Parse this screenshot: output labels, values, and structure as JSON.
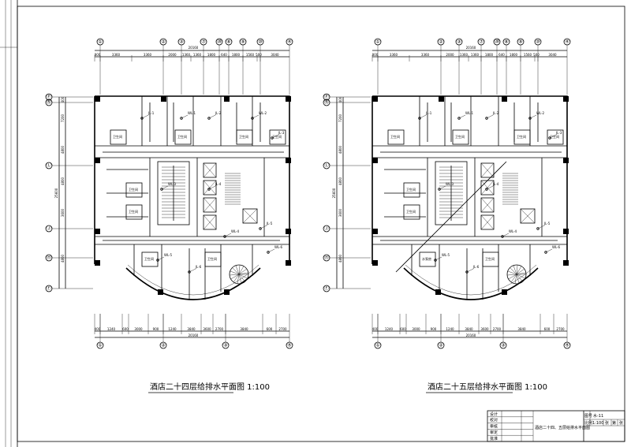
{
  "drawing": {
    "plans": [
      {
        "title": "酒店二十四层给排水平面图 1:100",
        "top_axes": [
          "①",
          "②",
          "③",
          "⑦",
          "⑳",
          "⑧",
          "⑨",
          "⑩",
          "④"
        ],
        "top_dims": [
          "800",
          "3360",
          "3360",
          "2000",
          "1360",
          "1360",
          "1800",
          "640",
          "1800",
          "1560",
          "500",
          "3040"
        ],
        "top_total": "20160",
        "bottom_axes": [
          "①",
          "②",
          "③",
          "④"
        ],
        "bottom_dims": [
          "400",
          "1240",
          "600",
          "3000",
          "900",
          "1240",
          "3840",
          "3600",
          "2700",
          "3840",
          "600",
          "2700"
        ],
        "bottom_total": "20160",
        "left_axes": [
          "Ⓟ",
          "Ⓝ",
          "Ⓛ",
          "Ⓙ",
          "Ⓗ",
          "Ⓕ"
        ],
        "left_dims": [
          "400",
          "7200",
          "4800",
          "4800",
          "3600",
          "4800"
        ],
        "left_total": "25600",
        "room_labels": [
          "卫生间",
          "卫生间",
          "卫生间",
          "卫生间",
          "卫生间",
          "卫生间",
          "卫生间",
          "卫生间"
        ],
        "pipe_tags": [
          "JL-1",
          "WL-1",
          "JL-2",
          "WL-2",
          "JL-3",
          "WL-3",
          "JL-4",
          "WL-4",
          "JL-5",
          "WL-5",
          "JL-6",
          "WL-6"
        ]
      },
      {
        "title": "酒店二十五层给排水平面图 1:100",
        "top_axes": [
          "①",
          "②",
          "③",
          "⑦",
          "⑳",
          "⑧",
          "⑨",
          "⑩",
          "④"
        ],
        "top_dims": [
          "800",
          "3360",
          "3360",
          "2000",
          "1360",
          "1360",
          "1800",
          "640",
          "1800",
          "1560",
          "500",
          "3040"
        ],
        "top_total": "20160",
        "bottom_axes": [
          "①",
          "②",
          "③",
          "④"
        ],
        "bottom_dims": [
          "400",
          "1240",
          "600",
          "3000",
          "900",
          "1240",
          "3840",
          "3600",
          "2700",
          "3840",
          "600",
          "2700"
        ],
        "bottom_total": "20160",
        "left_axes": [
          "Ⓟ",
          "Ⓝ",
          "Ⓛ",
          "Ⓙ",
          "Ⓗ",
          "Ⓕ"
        ],
        "left_dims": [
          "400",
          "7200",
          "4800",
          "4800",
          "3600",
          "4800"
        ],
        "left_total": "25600",
        "room_labels": [
          "卫生间",
          "卫生间",
          "卫生间",
          "卫生间",
          "卫生间",
          "卫生间",
          "卫生间",
          "水泵房"
        ],
        "pipe_tags": [
          "JL-1",
          "WL-1",
          "JL-2",
          "WL-2",
          "JL-3",
          "WL-3",
          "JL-4",
          "WL-4",
          "JL-5",
          "WL-5",
          "JL-6",
          "WL-6"
        ]
      }
    ]
  },
  "title_block": {
    "sheet_title": "酒店二十四、五层给排水平面图",
    "left_rows": [
      "设计",
      "校对",
      "审核",
      "审定",
      "批准"
    ],
    "drawing_no_label": "图号",
    "drawing_no": "水-11",
    "scale_label": "比例",
    "scale": "1:100",
    "sheet_label": "张",
    "sheet_of_label": "第",
    "sheet_num": "张"
  }
}
